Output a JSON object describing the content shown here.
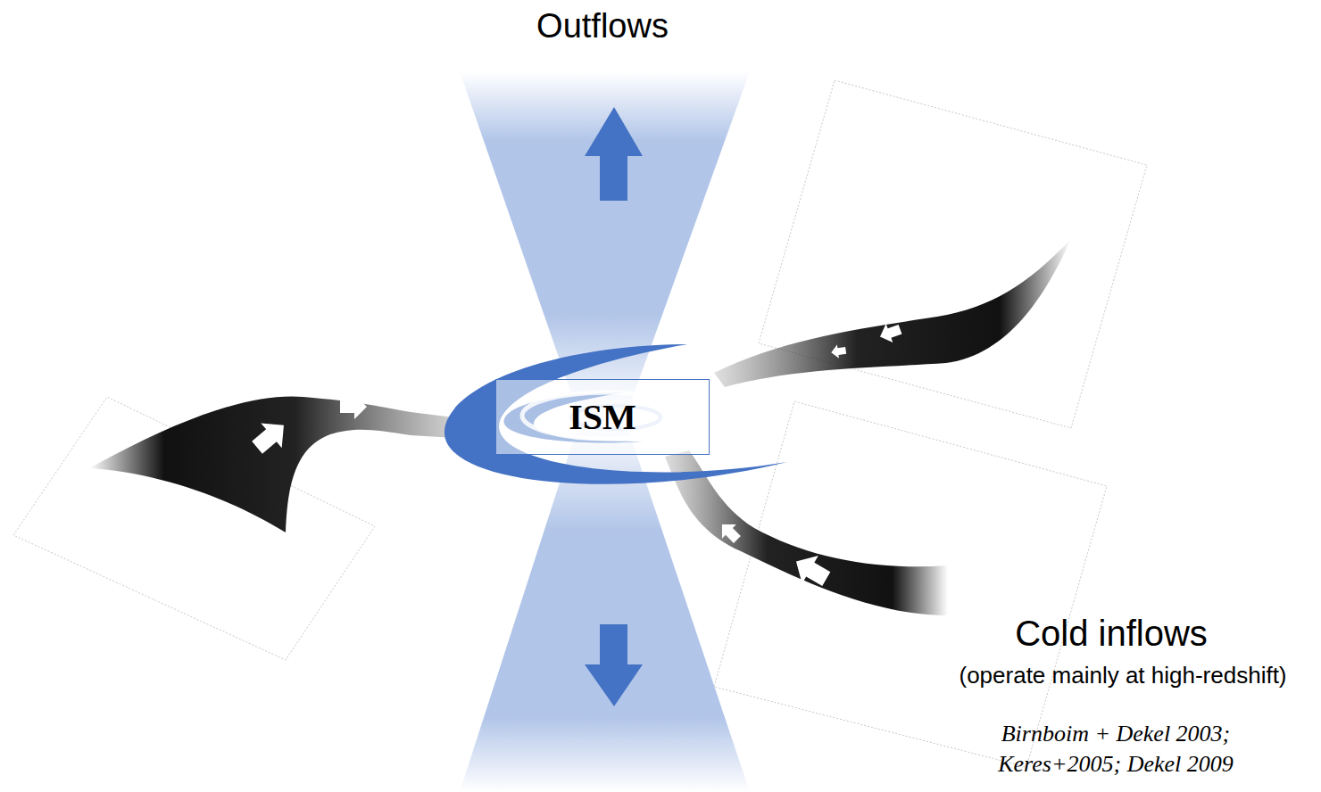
{
  "diagram": {
    "nodes": [
      {
        "text": [
          "ISM"
        ]
      }
    ],
    "labels": [
      "Outflows",
      "Cold inflows",
      "(operate mainly at high-redshift)",
      "Birnboim + Dekel 2003; Keres+2005; Dekel 2009"
    ]
  }
}
